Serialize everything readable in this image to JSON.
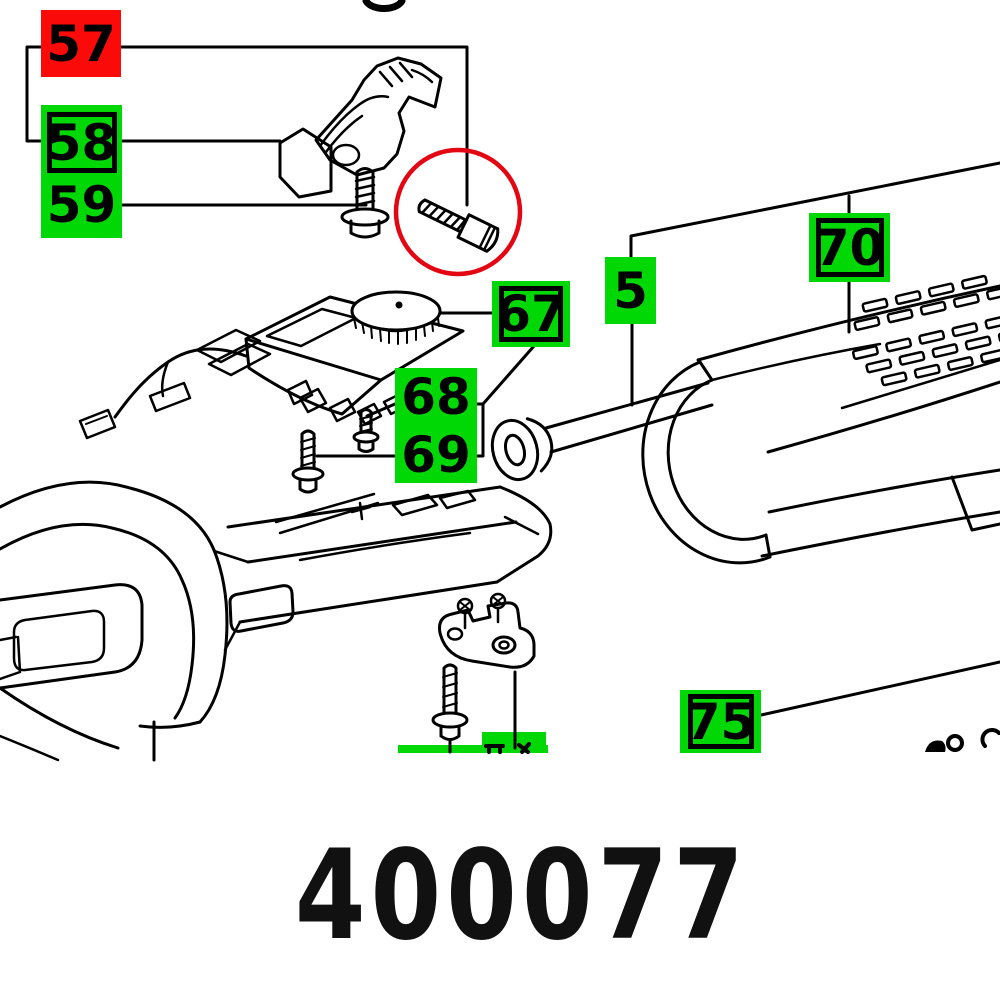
{
  "diagram": {
    "type": "exploded-parts-diagram",
    "description": "Black line-art exploded view of a power tool: cable clamp bracket, screws, switch assembly with speed dial and wires, armature shaft with sleeve, motor housing with vent slots, tool body with slider window and base plate, bearing flange. One screw is highlighted with a red circle and a red part label."
  },
  "labels": [
    {
      "text": "57",
      "color": "red",
      "bordered": false
    },
    {
      "text": "58",
      "color": "green",
      "bordered": true
    },
    {
      "text": "59",
      "color": "green",
      "bordered": false
    },
    {
      "text": "67",
      "color": "green",
      "bordered": true
    },
    {
      "text": "68",
      "color": "green",
      "bordered": false
    },
    {
      "text": "69",
      "color": "green",
      "bordered": false
    },
    {
      "text": "5",
      "color": "green",
      "bordered": false
    },
    {
      "text": "70",
      "color": "green",
      "bordered": true
    },
    {
      "text": "75",
      "color": "green",
      "bordered": true
    }
  ],
  "cropped_label_boxes": [
    {
      "position": "bottom-left-strip",
      "text": ""
    },
    {
      "position": "bottom-center-box",
      "text": ""
    }
  ],
  "annotations": {
    "highlight_circle": "red circle around screw for part 57"
  },
  "colors": {
    "label_green": "#00d805",
    "label_red": "#fb0a0a",
    "circle_red": "#e30613",
    "ink": "#000000",
    "page_bg": "#ffffff"
  },
  "footer": {
    "part_number": "400077"
  },
  "parts_pictured": [
    "cable-clamp-bracket",
    "flange-screw-59",
    "circled-screw-57",
    "switch-assembly-67",
    "speed-dial",
    "wire-terminals",
    "screw-68",
    "screw-69",
    "armature-shaft-5",
    "shaft-sleeve",
    "motor-housing-70",
    "vent-slots",
    "tool-body",
    "slider-window",
    "base-plate",
    "bearing-flange",
    "flange-screw"
  ]
}
